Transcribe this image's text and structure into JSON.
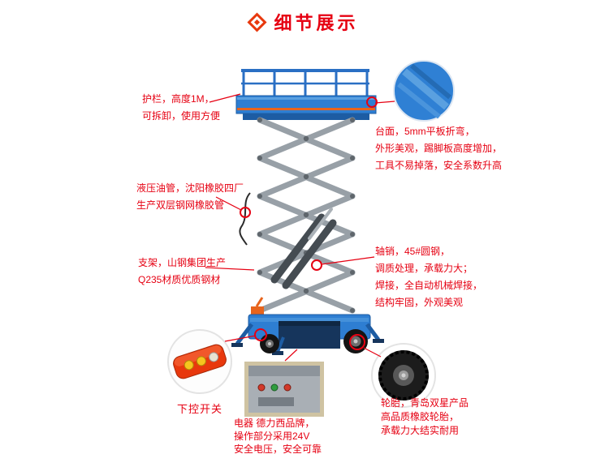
{
  "page": {
    "background": "#ffffff",
    "accent_red": "#e60012",
    "machine_blue": "#2e7ed2",
    "machine_dark_blue": "#1d5ca3",
    "scissor_gray": "#98a0a7",
    "stripe_orange": "#e8641c"
  },
  "header": {
    "title": "细节展示",
    "icon": "diamond-icon"
  },
  "callouts": {
    "guardrail": {
      "lines": [
        "护栏，高度1M，",
        "可拆卸，使用方便"
      ]
    },
    "platform": {
      "lines": [
        "台面，5mm平板折弯，",
        "外形美观，踢脚板高度增加，",
        "工具不易掉落，安全系数升高"
      ]
    },
    "hydraulic_pipe": {
      "lines": [
        "液压油管，沈阳橡胶四厂",
        "生产双层钢网橡胶管"
      ]
    },
    "support_frame": {
      "lines": [
        "支架，山钢集团生产",
        "Q235材质优质钢材"
      ]
    },
    "axle_pin": {
      "lines": [
        "轴销，45#圆钢，",
        "调质处理，承载力大；",
        "焊接，全自动机械焊接，",
        "结构牢固，外观美观"
      ]
    },
    "lower_control": {
      "label": "下控开关"
    },
    "electrical": {
      "lines": [
        "电器 德力西品牌，",
        "操作部分采用24V",
        "安全电压，安全可靠"
      ]
    },
    "tires": {
      "lines": [
        "轮胎，青岛双星产品",
        "高品质橡胶轮胎，",
        "承载力大结实耐用"
      ]
    }
  }
}
